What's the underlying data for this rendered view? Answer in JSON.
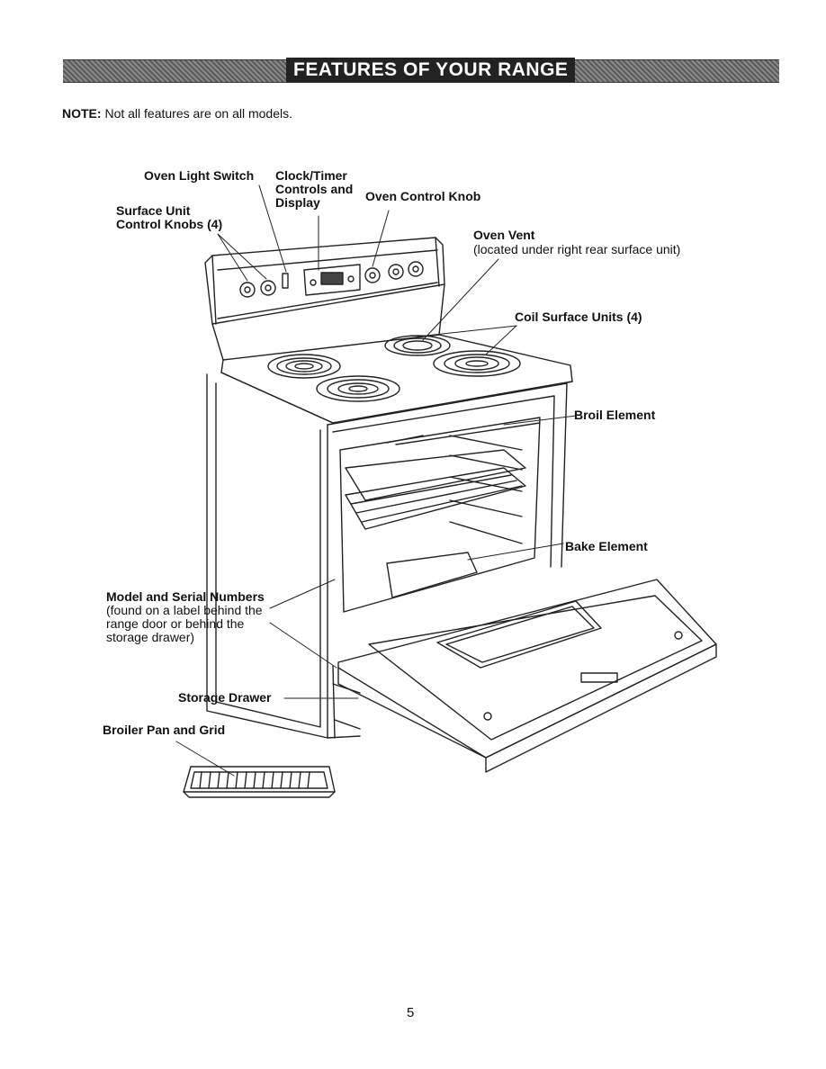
{
  "header": {
    "title": "FEATURES OF YOUR RANGE"
  },
  "note": {
    "label": "NOTE:",
    "text": "Not all features are on all models."
  },
  "callouts": {
    "oven_light_switch": "Oven Light Switch",
    "clock_timer_1": "Clock/Timer",
    "clock_timer_2": "Controls and",
    "clock_timer_3": "Display",
    "oven_control_knob": "Oven Control Knob",
    "surface_unit_1": "Surface Unit",
    "surface_unit_2": "Control Knobs (4)",
    "oven_vent": "Oven Vent",
    "oven_vent_note": "(located under right rear surface unit)",
    "coil_surface_units": "Coil Surface Units (4)",
    "broil_element": "Broil Element",
    "bake_element": "Bake Element",
    "model_serial": "Model and Serial Numbers",
    "model_serial_note_1": "(found on a label behind the",
    "model_serial_note_2": "range door or behind the",
    "model_serial_note_3": "storage drawer)",
    "storage_drawer": "Storage Drawer",
    "broiler_pan": "Broiler Pan and Grid"
  },
  "footer": {
    "page_number": "5"
  }
}
